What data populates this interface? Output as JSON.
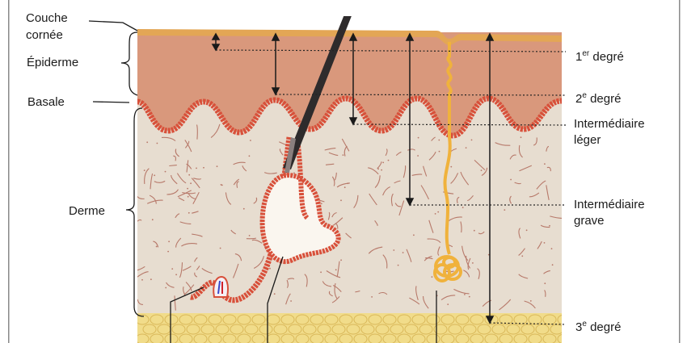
{
  "left_labels": {
    "couche_cornee_1": "Couche",
    "couche_cornee_2": "cornée",
    "epiderme": "Épiderme",
    "basale": "Basale",
    "derme": "Derme"
  },
  "right_labels": {
    "deg1_num": "1",
    "deg1_sup": "er",
    "deg1_word": " degré",
    "deg2_num": "2",
    "deg2_sup": "e",
    "deg2_word": " degré",
    "inter_leger_1": "Intermédiaire",
    "inter_leger_2": "léger",
    "inter_grave_1": "Intermédiaire",
    "inter_grave_2": "grave",
    "deg3_num": "3",
    "deg3_sup": "e",
    "deg3_word": " degré"
  },
  "colors": {
    "epidermis": "#d9987c",
    "stratum_corneum": "#e3a655",
    "dermis": "#e7ddd0",
    "basal_cells": "#d8503a",
    "hypodermis_fat": "#f1dc8a",
    "nerve_gland": "#f0b23c",
    "fiber": "#b7796a"
  }
}
